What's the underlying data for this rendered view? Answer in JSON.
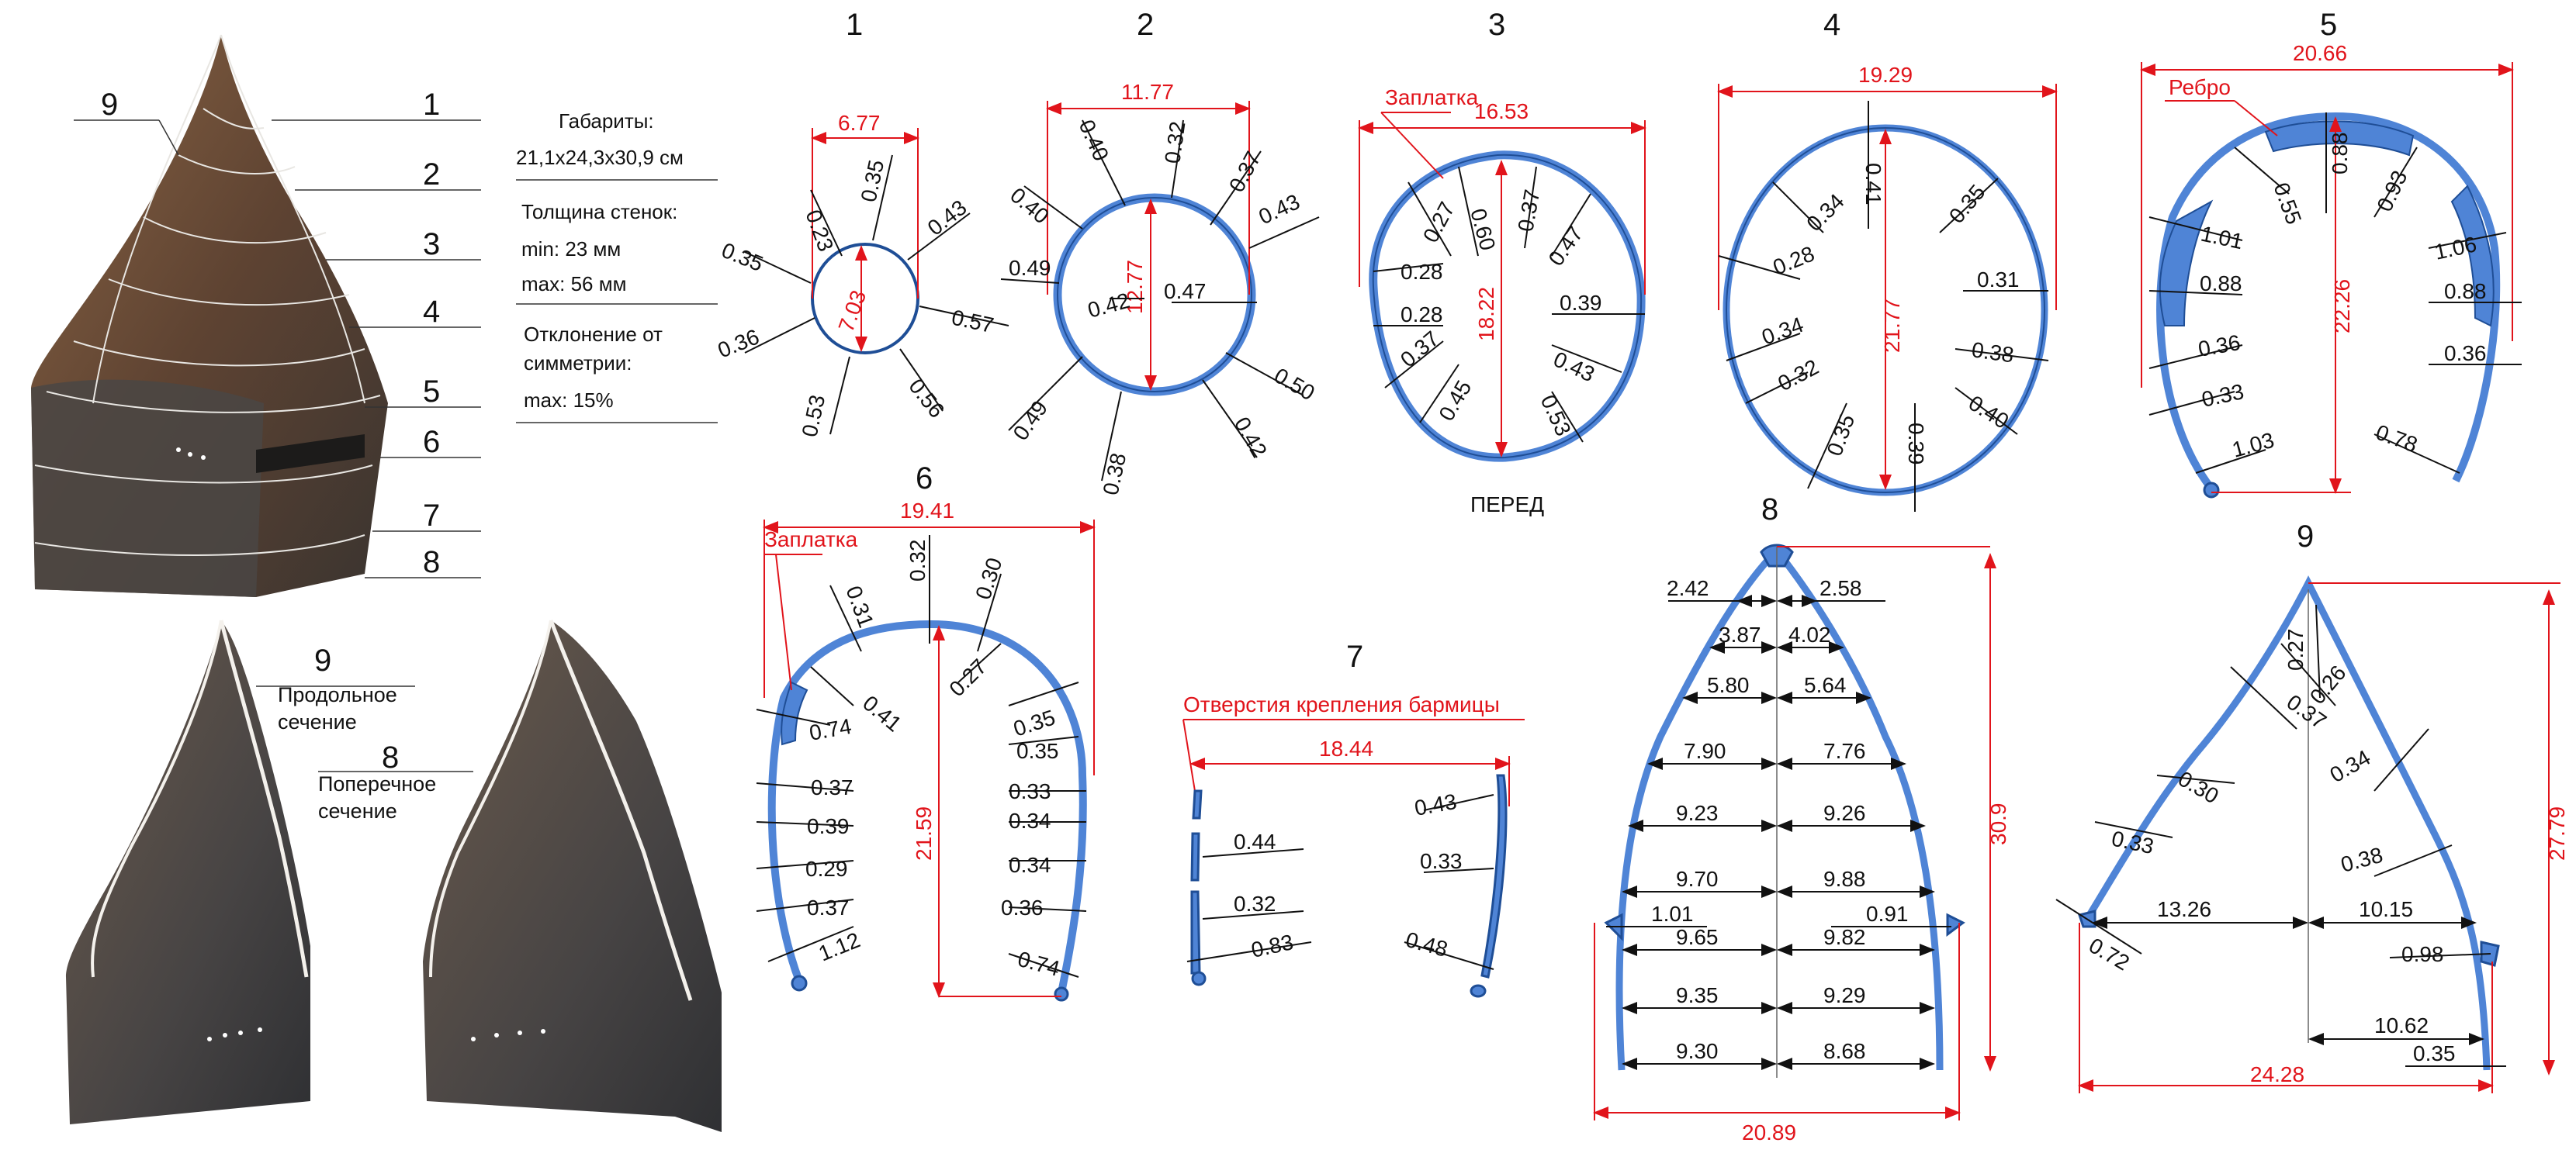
{
  "info": {
    "dimensions_label": "Габариты:",
    "dimensions_value": "21,1x24,3x30,9 см",
    "thickness_label": "Толщина стенок:",
    "thickness_min": "min: 23 мм",
    "thickness_max": "max: 56 мм",
    "asym_label_1": "Отклонение от",
    "asym_label_2": "симметрии:",
    "asym_max": "max: 15%"
  },
  "photo": {
    "level_numbers": [
      "9",
      "1",
      "2",
      "3",
      "4",
      "5",
      "6",
      "7",
      "8"
    ],
    "sec9_num": "9",
    "sec9_line1": "Продольное",
    "sec9_line2": "сечение",
    "sec8_num": "8",
    "sec8_line1": "Поперечное",
    "sec8_line2": "сечение"
  },
  "sections": [
    {
      "num": "1",
      "width": "6.77",
      "height": "7.03",
      "thickness": [
        "0.23",
        "0.35",
        "0.43",
        "0.35",
        "0.57",
        "0.36",
        "0.53",
        "0.56"
      ]
    },
    {
      "num": "2",
      "width": "11.77",
      "height": "12.77",
      "thickness": [
        "0.40",
        "0.32",
        "0.37",
        "0.40",
        "0.43",
        "0.49",
        "0.42",
        "0.47",
        "0.50",
        "0.49",
        "0.38",
        "0.42"
      ]
    },
    {
      "num": "3",
      "width": "16.53",
      "height": "18.22",
      "note": "Заплатка",
      "front": "ПЕРЕД",
      "thickness": [
        "0.27",
        "0.60",
        "0.37",
        "0.47",
        "0.28",
        "0.39",
        "0.28",
        "0.37",
        "0.43",
        "0.45",
        "0.53"
      ]
    },
    {
      "num": "4",
      "width": "19.29",
      "height": "21.77",
      "thickness": [
        "0.34",
        "0.41",
        "0.35",
        "0.28",
        "0.31",
        "0.34",
        "0.38",
        "0.32",
        "0.40",
        "0.35",
        "0.39"
      ]
    },
    {
      "num": "5",
      "width": "20.66",
      "height": "22.26",
      "note": "Ребро",
      "thickness": [
        "0.55",
        "0.88",
        "0.93",
        "1.01",
        "1.06",
        "0.88",
        "0.88",
        "0.36",
        "0.36",
        "0.33",
        "1.03",
        "0.78"
      ]
    },
    {
      "num": "6",
      "width": "19.41",
      "height": "21.59",
      "note": "Заплатка",
      "thickness": [
        "0.31",
        "0.32",
        "0.30",
        "0.41",
        "0.27",
        "0.74",
        "0.35",
        "0.35",
        "0.37",
        "0.33",
        "0.39",
        "0.34",
        "0.29",
        "0.34",
        "0.37",
        "0.36",
        "1.12",
        "0.74"
      ]
    },
    {
      "num": "7",
      "width": "18.44",
      "note": "Отверстия крепления бармицы",
      "thickness": [
        "0.43",
        "0.44",
        "0.33",
        "0.32",
        "0.83",
        "0.48"
      ]
    },
    {
      "num": "8",
      "width": "20.89",
      "height": "30.9",
      "left": [
        "2.42",
        "3.87",
        "5.80",
        "7.90",
        "9.23",
        "9.70",
        "1.01",
        "9.65",
        "9.35",
        "9.30"
      ],
      "right": [
        "2.58",
        "4.02",
        "5.64",
        "7.76",
        "9.26",
        "9.88",
        "0.91",
        "9.82",
        "9.29",
        "8.68"
      ]
    },
    {
      "num": "9",
      "width": "24.28",
      "height": "27.79",
      "thickness": [
        "0.27",
        "0.26",
        "0.37",
        "0.30",
        "0.34",
        "0.33",
        "0.38",
        "0.72",
        "0.98",
        "0.35"
      ],
      "half_left": "13.26",
      "half_right": "10.15",
      "lower": "10.62"
    }
  ],
  "colors": {
    "section_fill": "#4f84d6",
    "section_stroke": "#1f4e96",
    "dimension_red": "#e1141b",
    "helmet_dark": "#3e3a35",
    "helmet_rust": "#6e4a30"
  }
}
